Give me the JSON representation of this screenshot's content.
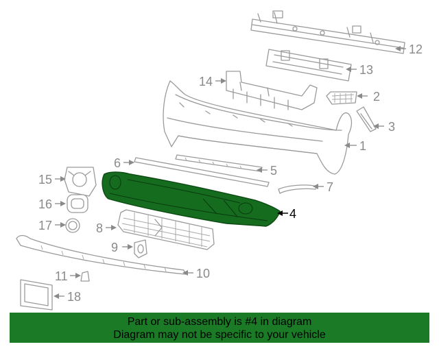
{
  "diagram": {
    "callouts": [
      "1",
      "2",
      "3",
      "4",
      "5",
      "6",
      "7",
      "8",
      "9",
      "10",
      "11",
      "12",
      "13",
      "14",
      "15",
      "16",
      "17",
      "18"
    ],
    "highlighted_part": "4"
  },
  "banner": {
    "line1": "Part or sub-assembly is #4 in diagram",
    "line2": "Diagram may not be specific to your vehicle",
    "color": "#1b7a25"
  },
  "colors": {
    "highlight_fill": "#156b1e",
    "line_art": "#9a9a9a",
    "callout_default": "#8a8a8a",
    "callout_highlight": "#000000"
  }
}
